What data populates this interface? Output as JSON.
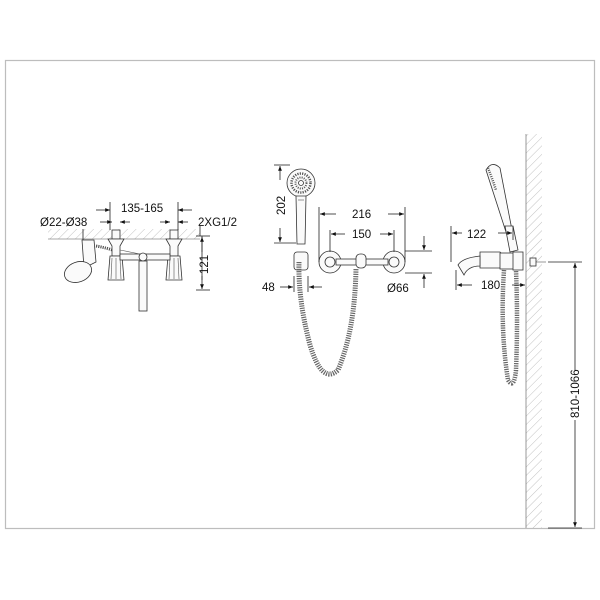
{
  "drawing": {
    "title": "Bath/shower mixer technical drawing",
    "line_color": "#222222",
    "frame_color": "#bdbdbd",
    "hatch_color": "#999999"
  },
  "views": {
    "top_view": {
      "pipe_diameter": "Ø22-Ø38",
      "center_spacing": "135-165",
      "connection": "2XG1/2",
      "height": "121"
    },
    "front_view": {
      "handshower_height": "202",
      "overall_width": "216",
      "center_distance": "150",
      "holder_width": "48",
      "escutcheon_diameter": "Ø66"
    },
    "side_view": {
      "handle_projection": "122",
      "spout_projection": "180",
      "mounting_height": "810-1066"
    }
  }
}
